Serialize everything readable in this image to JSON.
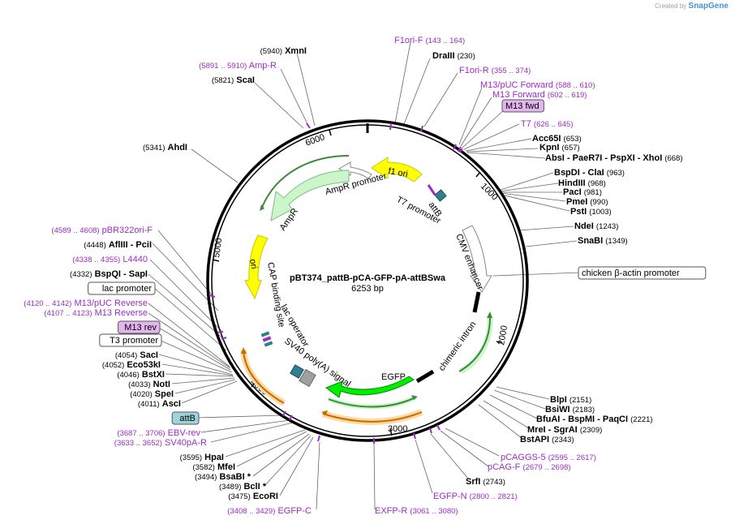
{
  "watermark": {
    "created_by": "Created by",
    "brand": "SnapGene"
  },
  "plasmid": {
    "name": "pBT374_pattB-pCA-GFP-pA-attBSwa",
    "size": "6253 bp"
  },
  "ticks": [
    "1000",
    "2000",
    "3000",
    "4000",
    "5000",
    "6000"
  ],
  "features": [
    {
      "label": "f1 ori",
      "color": "#ffff00"
    },
    {
      "label": "AmpR promoter",
      "color": "#ffffff"
    },
    {
      "label": "AmpR",
      "color": "#ccf5cc"
    },
    {
      "label": "ori",
      "color": "#ffff00"
    },
    {
      "label": "T7 promoter",
      "color": "#ffffff"
    },
    {
      "label": "attB",
      "color": "#2f7f8f"
    },
    {
      "label": "CMV enhancer",
      "color": "#ffffff"
    },
    {
      "label": "chimeric intron",
      "color": "#ffffff"
    },
    {
      "label": "EGFP",
      "color": "#00ee00"
    },
    {
      "label": "SV40 poly(A) signal",
      "color": "#a0a0a0"
    },
    {
      "label": "lac operator",
      "color": "#ffffff"
    },
    {
      "label": "CAP binding site",
      "color": "#ffffff"
    }
  ],
  "sites": [
    {
      "name": "XmnI",
      "pos": "(5940)"
    },
    {
      "name": "Amp-R",
      "pos": "(5891 .. 5910)",
      "primer": true
    },
    {
      "name": "ScaI",
      "pos": "(5821)"
    },
    {
      "name": "AhdI",
      "pos": "(5341)"
    },
    {
      "name": "F1ori-F",
      "pos": "(143 .. 164)",
      "primer": true
    },
    {
      "name": "DraIII",
      "pos": "(230)"
    },
    {
      "name": "F1ori-R",
      "pos": "(355 .. 374)",
      "primer": true
    },
    {
      "name": "M13/pUC Forward",
      "pos": "(588 .. 610)",
      "primer": true
    },
    {
      "name": "M13 Forward",
      "pos": "(602 .. 619)",
      "primer": true
    },
    {
      "name": "M13 fwd",
      "boxed": "purple"
    },
    {
      "name": "T7",
      "pos": "(626 .. 645)",
      "primer": true
    },
    {
      "name": "Acc65I",
      "pos": "(653)"
    },
    {
      "name": "KpnI",
      "pos": "(657)"
    },
    {
      "name": "AbsI",
      "extra": "- PaeR7I   - PspXI   - XhoI",
      "pos": "(668)"
    },
    {
      "name": "BspDI",
      "extra": "- ClaI",
      "pos": "(963)"
    },
    {
      "name": "HindIII",
      "pos": "(968)"
    },
    {
      "name": "PacI",
      "pos": "(981)"
    },
    {
      "name": "PmeI",
      "pos": "(990)"
    },
    {
      "name": "PstI",
      "pos": "(1003)"
    },
    {
      "name": "NdeI",
      "pos": "(1243)"
    },
    {
      "name": "SnaBI",
      "pos": "(1349)"
    },
    {
      "name": "chicken β-actin promoter",
      "boxed": "white"
    },
    {
      "name": "pBR322ori-F",
      "pos": "(4589 .. 4608)",
      "primer": true
    },
    {
      "name": "AflIII",
      "extra": "- PciI",
      "pos": "(4448)"
    },
    {
      "name": "L4440",
      "pos": "(4338 .. 4355)",
      "primer": true
    },
    {
      "name": "BspQI",
      "extra": "- SapI",
      "pos": "(4332)"
    },
    {
      "name": "lac promoter",
      "boxed": "white"
    },
    {
      "name": "M13/pUC Reverse",
      "pos": "(4120 .. 4142)",
      "primer": true
    },
    {
      "name": "M13 Reverse",
      "pos": "(4107 .. 4123)",
      "primer": true
    },
    {
      "name": "M13 rev",
      "boxed": "purple"
    },
    {
      "name": "T3 promoter",
      "boxed": "white"
    },
    {
      "name": "SacI",
      "pos": "(4054)"
    },
    {
      "name": "Eco53kI",
      "pos": "(4052)"
    },
    {
      "name": "BstXI",
      "pos": "(4046)"
    },
    {
      "name": "NotI",
      "pos": "(4033)"
    },
    {
      "name": "SpeI",
      "pos": "(4020)"
    },
    {
      "name": "AscI",
      "pos": "(4011)"
    },
    {
      "name": "attB",
      "boxed": "teal"
    },
    {
      "name": "EBV-rev",
      "pos": "(3687 .. 3706)",
      "primer": true
    },
    {
      "name": "SV40pA-R",
      "pos": "(3633 .. 3652)",
      "primer": true
    },
    {
      "name": "HpaI",
      "pos": "(3595)"
    },
    {
      "name": "MfeI",
      "pos": "(3582)"
    },
    {
      "name": "BsaBI *",
      "pos": "(3494)"
    },
    {
      "name": "BclI *",
      "pos": "(3489)"
    },
    {
      "name": "EcoRI",
      "pos": "(3475)"
    },
    {
      "name": "EGFP-C",
      "pos": "(3408 .. 3429)",
      "primer": true
    },
    {
      "name": "EXFP-R",
      "pos": "(3061 .. 3080)",
      "primer": true
    },
    {
      "name": "EGFP-N",
      "pos": "(2800 .. 2821)",
      "primer": true
    },
    {
      "name": "SrfI",
      "pos": "(2743)"
    },
    {
      "name": "pCAG-F",
      "pos": "(2679 .. 2698)",
      "primer": true
    },
    {
      "name": "pCAGGS-5",
      "pos": "(2595 .. 2617)",
      "primer": true
    },
    {
      "name": "BstAPI",
      "pos": "(2343)"
    },
    {
      "name": "MreI",
      "extra": "- SgrAI",
      "pos": "(2309)"
    },
    {
      "name": "BfuAI",
      "extra": "- BspMI   - PaqCI",
      "pos": "(2221)"
    },
    {
      "name": "BsiWI",
      "pos": "(2183)"
    },
    {
      "name": "BlpI",
      "pos": "(2151)"
    }
  ]
}
